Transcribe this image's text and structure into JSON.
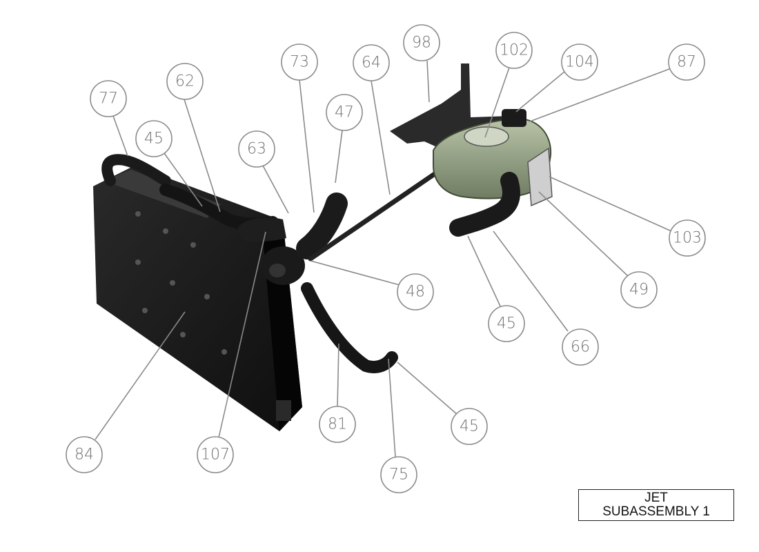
{
  "balloons": [
    "98",
    "102",
    "104",
    "87",
    "73",
    "64",
    "47",
    "62",
    "77",
    "45",
    "63",
    "103",
    "48",
    "49",
    "45",
    "66",
    "81",
    "45",
    "84",
    "107",
    "75"
  ],
  "title_block": {
    "line1": "JET",
    "line2": "SUBASSEMBLY 1"
  },
  "colors": {
    "part_dark": "#1c1c1c",
    "reservoir": "#7d8a6e",
    "balloon_stroke": "#8a8a8a",
    "balloon_text": "#6f6f6f"
  }
}
